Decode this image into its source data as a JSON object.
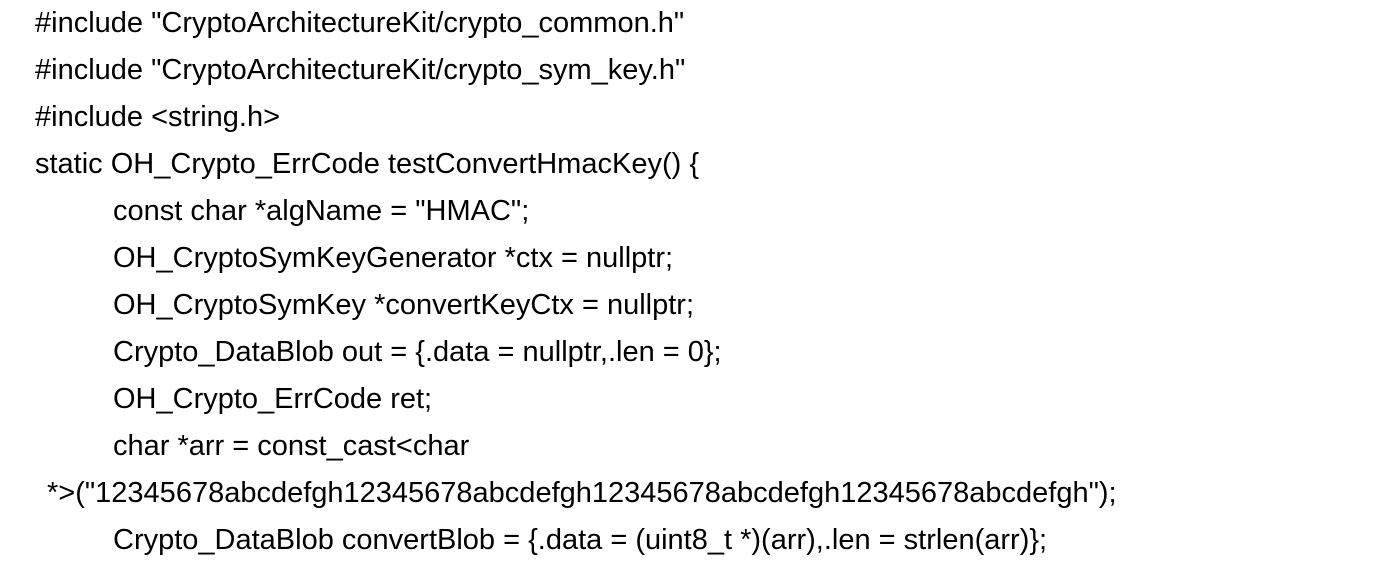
{
  "colors": {
    "background": "#ffffff",
    "text": "#000000"
  },
  "code": {
    "language": "cpp",
    "lines": [
      {
        "text": "#include \"CryptoArchitectureKit/crypto_common.h\"",
        "indent": "top"
      },
      {
        "text": "#include \"CryptoArchitectureKit/crypto_sym_key.h\"",
        "indent": "top"
      },
      {
        "text": "#include <string.h>",
        "indent": "top"
      },
      {
        "text": "static OH_Crypto_ErrCode testConvertHmacKey() {",
        "indent": "top"
      },
      {
        "text": "const char *algName = \"HMAC\";",
        "indent": "body"
      },
      {
        "text": "OH_CryptoSymKeyGenerator *ctx = nullptr;",
        "indent": "body"
      },
      {
        "text": "OH_CryptoSymKey *convertKeyCtx = nullptr;",
        "indent": "body"
      },
      {
        "text": "Crypto_DataBlob out = {.data = nullptr,.len = 0};",
        "indent": "body"
      },
      {
        "text": "OH_Crypto_ErrCode ret;",
        "indent": "body"
      },
      {
        "text": "char *arr = const_cast<char",
        "indent": "body"
      },
      {
        "text": "*>(\"12345678abcdefgh12345678abcdefgh12345678abcdefgh12345678abcdefgh\");",
        "indent": "wrap"
      },
      {
        "text": "Crypto_DataBlob convertBlob = {.data = (uint8_t *)(arr),.len = strlen(arr)};",
        "indent": "body"
      }
    ]
  }
}
